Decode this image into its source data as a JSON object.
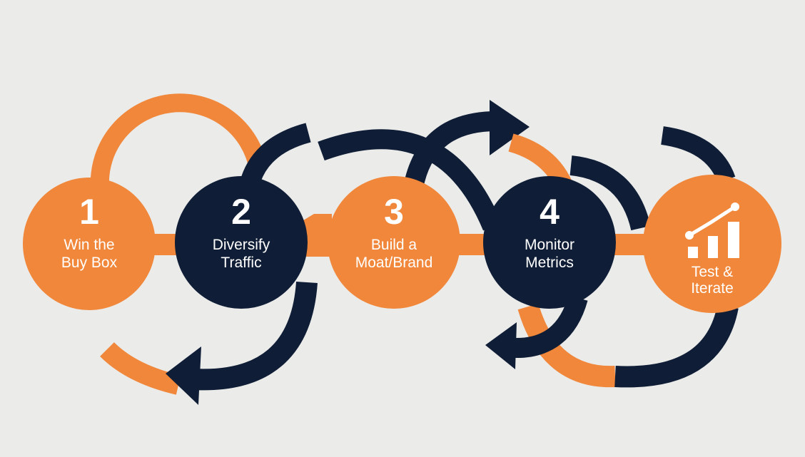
{
  "colors": {
    "background": "#ebebea",
    "orange": "#f0873a",
    "navy": "#0f1e36",
    "text": "#ffffff"
  },
  "steps": [
    {
      "number": "1",
      "line1": "Win the",
      "line2": "Buy Box",
      "color": "orange"
    },
    {
      "number": "2",
      "line1": "Diversify",
      "line2": "Traffic",
      "color": "navy"
    },
    {
      "number": "3",
      "line1": "Build a",
      "line2": "Moat/Brand",
      "color": "orange"
    },
    {
      "number": "4",
      "line1": "Monitor",
      "line2": "Metrics",
      "color": "navy"
    },
    {
      "number": "",
      "line1": "Test &",
      "line2": "Iterate",
      "color": "orange",
      "icon": "bar-chart-trend-icon"
    }
  ]
}
